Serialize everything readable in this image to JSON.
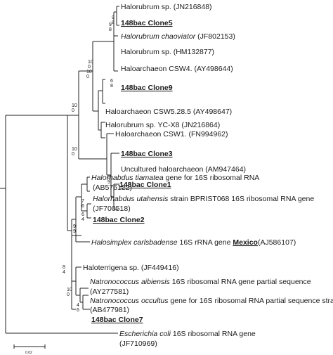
{
  "tree": {
    "leaves": {
      "L1": [
        {
          "t": "Halorubrum sp. (JN216848)"
        }
      ],
      "L2": [
        {
          "t": "148bac Clone5",
          "b": true,
          "u": true
        }
      ],
      "L3": [
        {
          "t": "Halorubrum chaoviator",
          "i": true
        },
        {
          "t": " (JF802153)"
        }
      ],
      "L4": [
        {
          "t": "Halorubrum sp. (HM132877)"
        }
      ],
      "L5": [
        {
          "t": "Haloarchaeon CSW4. (AY498644)"
        }
      ],
      "L6": [
        {
          "t": "148bac Clone9",
          "b": true,
          "u": true
        }
      ],
      "L7": [
        {
          "t": "Haloarchaeon CSW5.28.5  (AY498647)"
        }
      ],
      "L8": [
        {
          "t": "Halorubrum sp. YC-X8 (JN216864)"
        }
      ],
      "L9": [
        {
          "t": "Haloarchaeon CSW1. (FN994962)"
        }
      ],
      "L10": [
        {
          "t": "148bac Clone3",
          "b": true,
          "u": true
        }
      ],
      "L11": [
        {
          "t": "Uncultured haloarchaeon (AM947464)"
        }
      ],
      "L12": [
        {
          "t": "148bac Clone1",
          "b": true,
          "u": true
        }
      ],
      "L13a": [
        {
          "t": "Halorhabdus tiamatea",
          "i": true
        },
        {
          "t": " gene for 16S ribosomal RNA"
        }
      ],
      "L13b": [
        {
          "t": "(AB576122)"
        }
      ],
      "L14a": [
        {
          "t": "Halorhabdus utahensis",
          "i": true
        },
        {
          "t": " strain BPRIST068 16S ribosomal RNA gene"
        }
      ],
      "L14b": [
        {
          "t": "(JF700518)"
        }
      ],
      "L15": [
        {
          "t": "148bac Clone2",
          "b": true,
          "u": true
        }
      ],
      "L16": [
        {
          "t": "Halosimplex carlsbadense",
          "i": true
        },
        {
          "t": " 16S rRNA gene "
        },
        {
          "t": "Mexico",
          "b": true,
          "u": true
        },
        {
          "t": "(AJ586107)"
        }
      ],
      "L17": [
        {
          "t": "Haloterrigena sp. (JF449416)"
        }
      ],
      "L18a": [
        {
          "t": "Natronococcus aibiensis",
          "i": true
        },
        {
          "t": " 16S ribosomal RNA gene partial sequence"
        }
      ],
      "L18b": [
        {
          "t": "(AY277581)"
        }
      ],
      "L19a": [
        {
          "t": "Natronococcus occultus",
          "i": true
        },
        {
          "t": " gene for 16S ribosomal RNA partial sequence strain"
        }
      ],
      "L19b": [
        {
          "t": "(AB477981)"
        }
      ],
      "L20": [
        {
          "t": "148bac Clone7",
          "b": true,
          "u": true
        }
      ],
      "L21a": [
        {
          "t": "Escherichia coli",
          "i": true
        },
        {
          "t": " 16S ribosomal RNA gene"
        }
      ],
      "L21b": [
        {
          "t": "(JF710969)"
        }
      ]
    },
    "bootstrap": {
      "B1": [
        "9",
        "8"
      ],
      "B2": [
        "9",
        "8"
      ],
      "B3": [
        "6",
        "8"
      ],
      "B4": [
        "10",
        "0"
      ],
      "B5": [
        "10",
        "0"
      ],
      "B6": [
        "10",
        "0"
      ],
      "B7": [
        "10",
        "0"
      ],
      "B8": [
        "7",
        "6"
      ],
      "B9": [
        "6",
        "4"
      ],
      "B10": [
        "9",
        "9"
      ],
      "B11": [
        "8",
        "4"
      ],
      "B12": [
        "10",
        "0"
      ],
      "B13": [
        "4",
        "6"
      ],
      "B14": [
        "6",
        "9"
      ]
    },
    "scale_label": "0.02"
  }
}
